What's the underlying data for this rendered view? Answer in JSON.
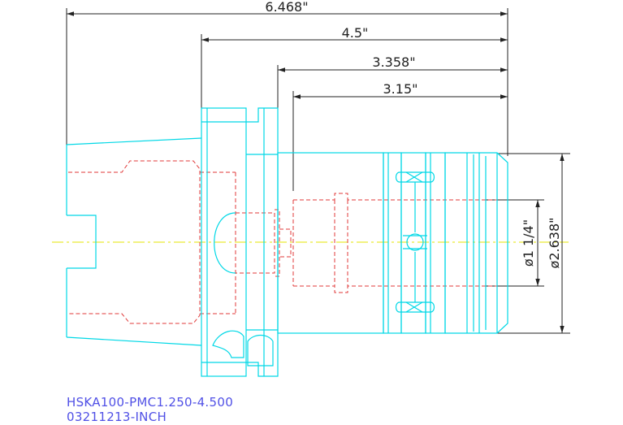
{
  "drawing": {
    "part_number": "HSKA100-PMC1.250-4.500",
    "drawing_code": "03211213-INCH",
    "dimensions": {
      "overall_length": "6.468\"",
      "gauge_length": "4.5\"",
      "body_length": "3.358\"",
      "bore_depth": "3.15\"",
      "bore_diameter": "ø1 1/4\"",
      "outer_diameter": "ø2.638\""
    },
    "colors": {
      "outline": "#00d8e6",
      "hidden": "#e03a3a",
      "centerline": "#e6e600",
      "dimension": "#222222",
      "caption": "#5050e6"
    }
  }
}
